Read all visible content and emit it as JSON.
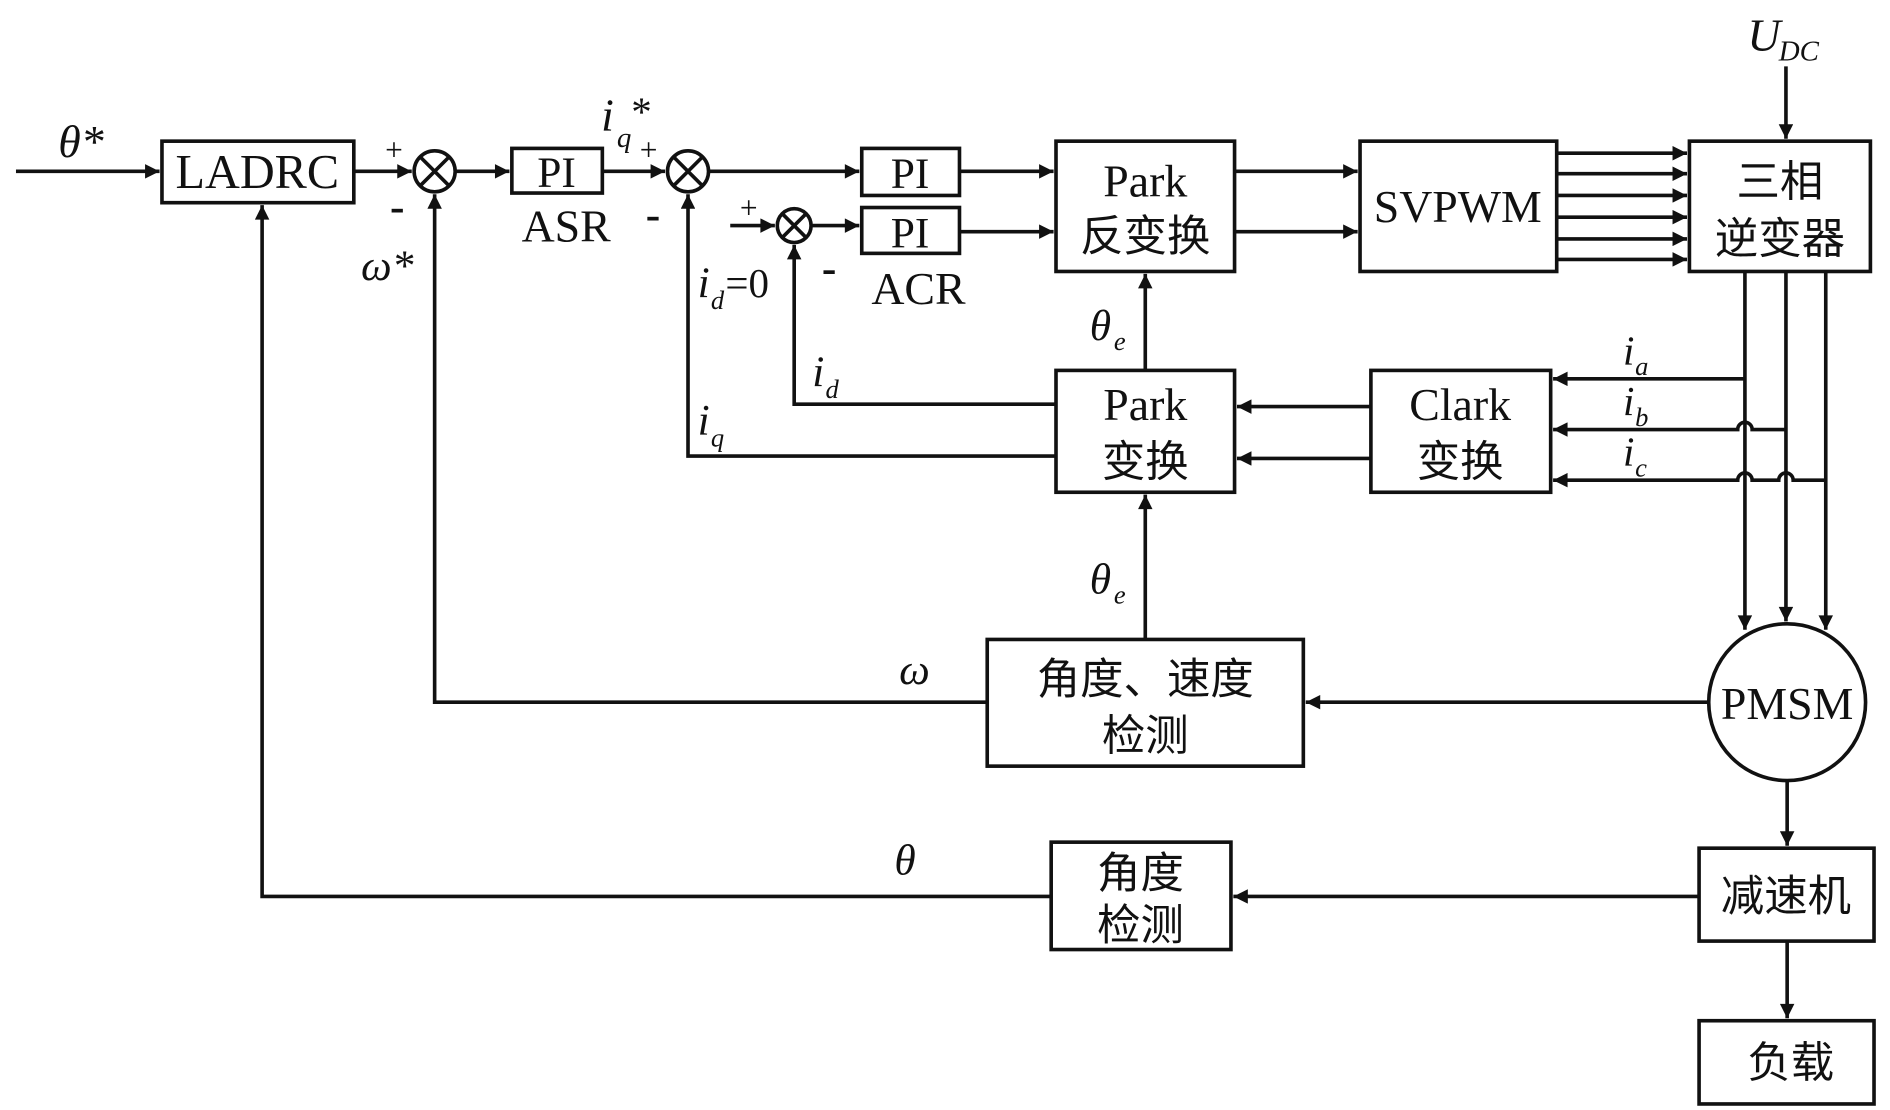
{
  "diagram": {
    "type": "control-block-diagram",
    "description": "PMSM position servo control with LADRC position loop, PI speed loop (ASR) and PI current loops (ACR), SVPWM and three-phase inverter",
    "colors": {
      "stroke": "#111111",
      "background": "#ffffff"
    },
    "blocks": {
      "ladrc": "LADRC",
      "pi_asr": "PI",
      "asr_label": "ASR",
      "pi_q": "PI",
      "pi_d": "PI",
      "acr_label": "ACR",
      "inv_park_l1": "Park",
      "inv_park_l2": "反变换",
      "svpwm": "SVPWM",
      "inverter_l1": "三相",
      "inverter_l2": "逆变器",
      "park_l1": "Park",
      "park_l2": "变换",
      "clark_l1": "Clark",
      "clark_l2": "变换",
      "speed_det_l1": "角度、速度",
      "speed_det_l2": "检测",
      "pmsm": "PMSM",
      "reducer": "减速机",
      "load": "负载",
      "angle_det_l1": "角度",
      "angle_det_l2": "检测"
    },
    "signals": {
      "theta_ref": "θ*",
      "omega_ref": "ω*",
      "iq_ref_main": "i",
      "iq_ref_sub": "q",
      "iq_ref_star": "*",
      "id_ref_main": "i",
      "id_ref_sub": "d",
      "id_ref_val": "=0",
      "id_main": "i",
      "id_sub": "d",
      "iq_main": "i",
      "iq_sub": "q",
      "theta_e1_main": "θ",
      "theta_e1_sub": "e",
      "theta_e2_main": "θ",
      "theta_e2_sub": "e",
      "ia_main": "i",
      "ia_sub": "a",
      "ib_main": "i",
      "ib_sub": "b",
      "ic_main": "i",
      "ic_sub": "c",
      "omega": "ω",
      "theta": "θ",
      "udc_main": "U",
      "udc_sub": "DC"
    },
    "signs": {
      "plus": "+",
      "minus": "-"
    }
  }
}
